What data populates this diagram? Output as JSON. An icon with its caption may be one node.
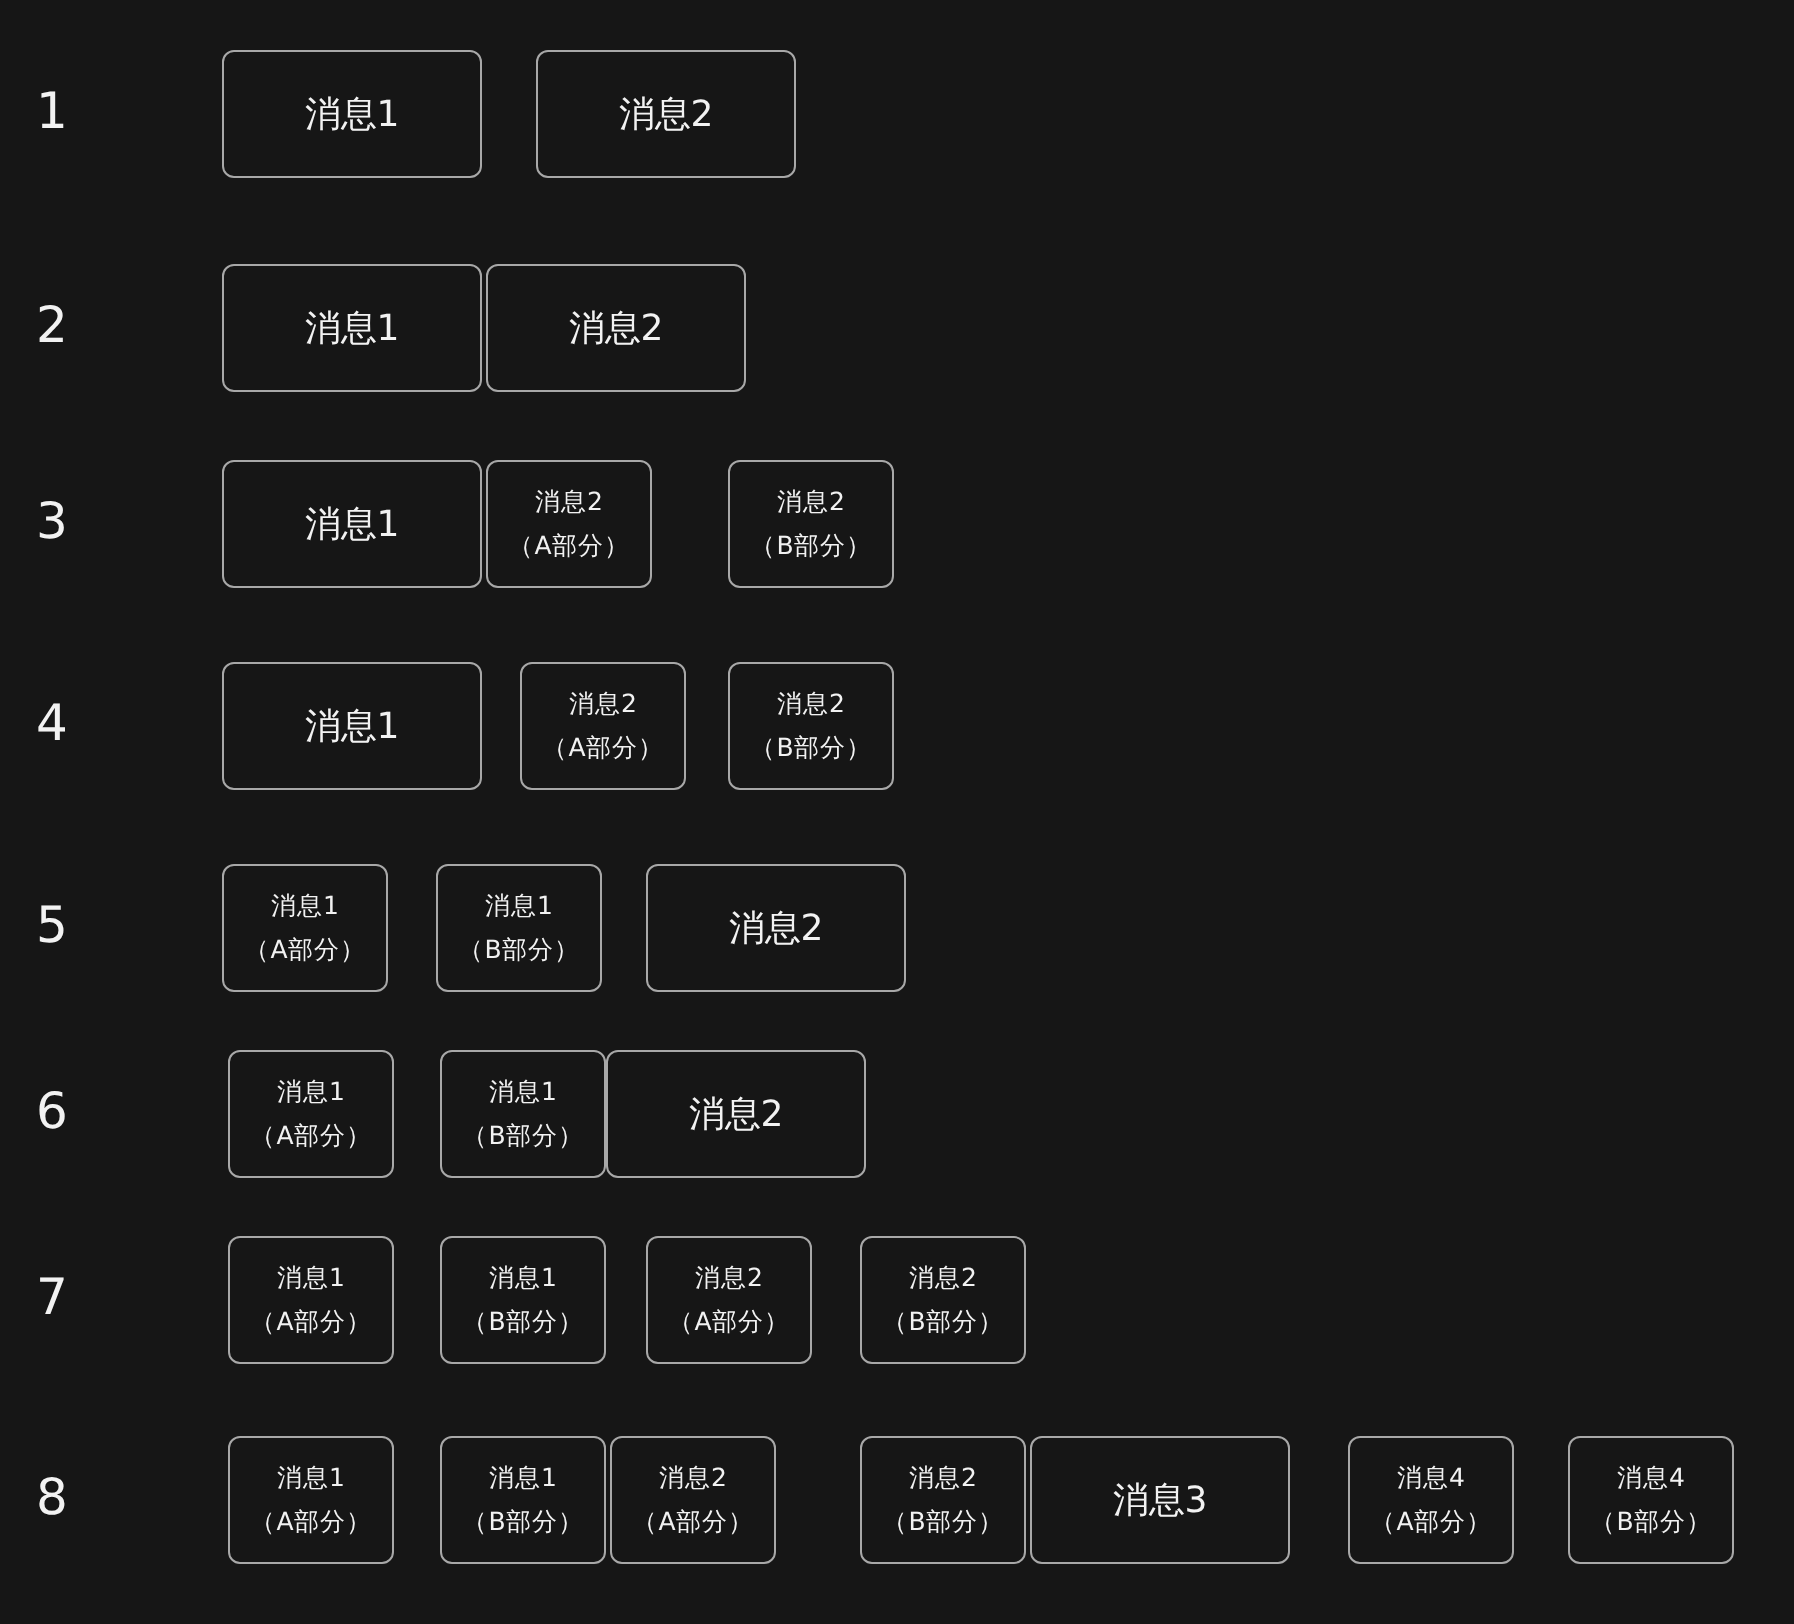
{
  "diagram": {
    "nodes": [
      {
        "text": [
          "消息1"
        ]
      },
      {
        "text": [
          "消息2"
        ]
      },
      {
        "text": [
          "消息1"
        ]
      },
      {
        "text": [
          "消息2"
        ]
      },
      {
        "text": [
          "消息1"
        ]
      },
      {
        "text": [
          "消息2",
          "（A部分）"
        ]
      },
      {
        "text": [
          "消息2",
          "（B部分）"
        ]
      },
      {
        "text": [
          "消息1"
        ]
      },
      {
        "text": [
          "消息2",
          "（A部分）"
        ]
      },
      {
        "text": [
          "消息2",
          "（B部分）"
        ]
      },
      {
        "text": [
          "消息1",
          "（A部分）"
        ]
      },
      {
        "text": [
          "消息1",
          "（B部分）"
        ]
      },
      {
        "text": [
          "消息2"
        ]
      },
      {
        "text": [
          "消息1",
          "（A部分）"
        ]
      },
      {
        "text": [
          "消息1",
          "（B部分）"
        ]
      },
      {
        "text": [
          "消息2"
        ]
      },
      {
        "text": [
          "消息1",
          "（A部分）"
        ]
      },
      {
        "text": [
          "消息1",
          "（B部分）"
        ]
      },
      {
        "text": [
          "消息2",
          "（A部分）"
        ]
      },
      {
        "text": [
          "消息2",
          "（B部分）"
        ]
      },
      {
        "text": [
          "消息1",
          "（A部分）"
        ]
      },
      {
        "text": [
          "消息1",
          "（B部分）"
        ]
      },
      {
        "text": [
          "消息2",
          "（A部分）"
        ]
      },
      {
        "text": [
          "消息2",
          "（B部分）"
        ]
      },
      {
        "text": [
          "消息3"
        ]
      },
      {
        "text": [
          "消息4",
          "（A部分）"
        ]
      },
      {
        "text": [
          "消息4",
          "（B部分）"
        ]
      }
    ],
    "labels": [
      "1",
      "2",
      "3",
      "4",
      "5",
      "6",
      "7",
      "8"
    ]
  }
}
